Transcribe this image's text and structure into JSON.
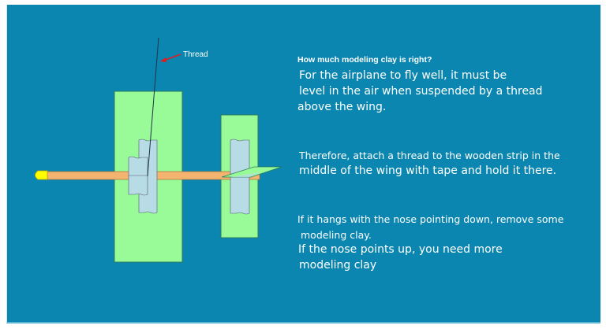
{
  "diagram": {
    "thread_label": "Thread",
    "colors": {
      "background": "#0a86b0",
      "wing": "#98fb98",
      "tape": "#b8dce6",
      "fuselage": "#f4b36f",
      "nose": "#ffff00",
      "arrow": "#e31b1b"
    }
  },
  "text": {
    "heading": "How much modeling clay is right?",
    "p1": [
      "For the airplane to fly well, it must be",
      "level in the air when suspended by a thread",
      "above the wing."
    ],
    "p2": [
      "Therefore, attach a thread to the wooden strip in the",
      "middle of the wing with tape and hold it there."
    ],
    "p3": [
      "If it hangs with the nose pointing down, remove some",
      "modeling clay.",
      "If the nose points up, you need more",
      "modeling clay"
    ]
  }
}
